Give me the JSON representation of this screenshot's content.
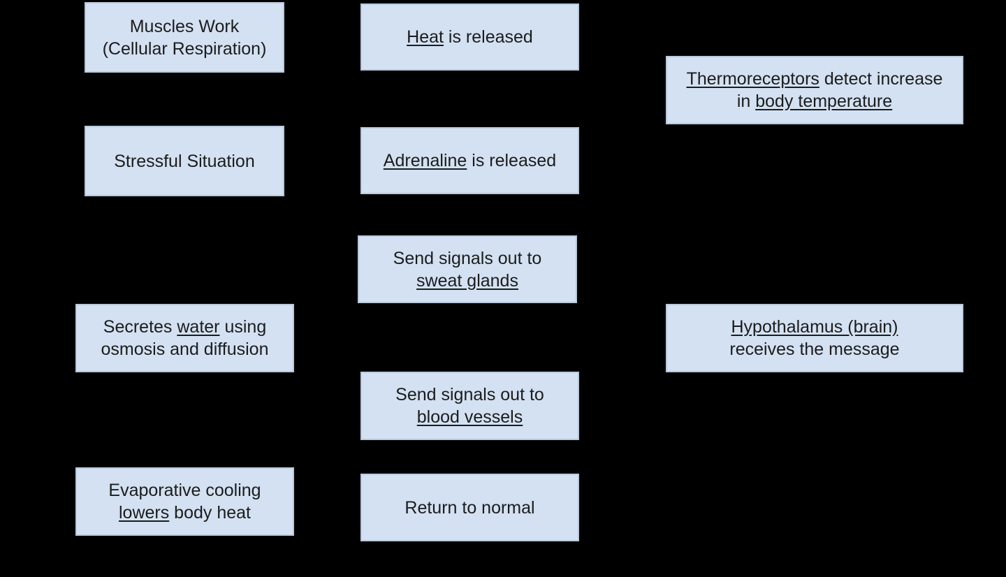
{
  "nodes": {
    "muscles": {
      "line1": "Muscles Work",
      "line2": "(Cellular Respiration)"
    },
    "heat": {
      "term": "Heat",
      "rest": " is released"
    },
    "thermoreceptors": {
      "term1": "Thermoreceptors",
      "rest1": " detect increase",
      "pre2": "in ",
      "term2": "body temperature"
    },
    "stress": {
      "line1": "Stressful Situation"
    },
    "adrenaline": {
      "term": "Adrenaline",
      "rest": " is released"
    },
    "sweat_signals": {
      "line1": "Send signals out to",
      "term": "sweat glands"
    },
    "secretes": {
      "pre1": "Secretes ",
      "term": "water",
      "rest1": " using",
      "line2": "osmosis and diffusion"
    },
    "hypothalamus": {
      "term": "Hypothalamus (brain)",
      "line2": "receives the message"
    },
    "blood_signals": {
      "line1": "Send signals out to",
      "term": "blood vessels"
    },
    "evaporative": {
      "line1": "Evaporative cooling",
      "term": "lowers",
      "rest2": " body heat"
    },
    "normal": {
      "line1": "Return to normal"
    }
  },
  "colors": {
    "background": "#000000",
    "box_fill": "#d3e1f2",
    "box_border": "#b9c9dc",
    "text": "#1c1c1c"
  }
}
